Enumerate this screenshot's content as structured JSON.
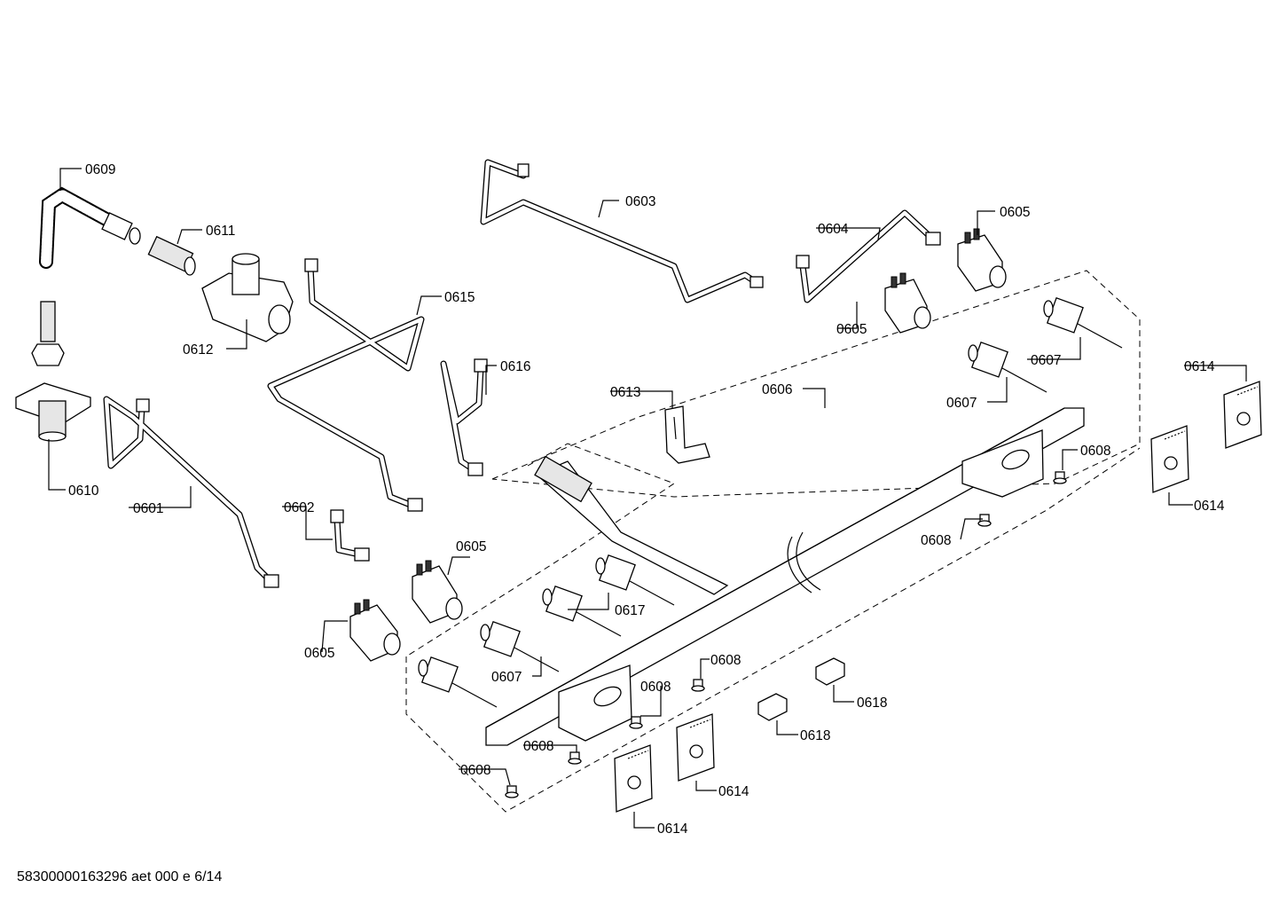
{
  "document_code": "58300000163296 aet 000 e 6/14",
  "callouts": [
    {
      "id": "c0609",
      "label": "0609"
    },
    {
      "id": "c0611",
      "label": "0611"
    },
    {
      "id": "c0612",
      "label": "0612"
    },
    {
      "id": "c0610",
      "label": "0610"
    },
    {
      "id": "c0601",
      "label": "0601"
    },
    {
      "id": "c0615",
      "label": "0615"
    },
    {
      "id": "c0616",
      "label": "0616"
    },
    {
      "id": "c0602",
      "label": "0602"
    },
    {
      "id": "c0603",
      "label": "0603"
    },
    {
      "id": "c0604",
      "label": "0604"
    },
    {
      "id": "c0605a",
      "label": "0605"
    },
    {
      "id": "c0605b",
      "label": "0605"
    },
    {
      "id": "c0605c",
      "label": "0605"
    },
    {
      "id": "c0605d",
      "label": "0605"
    },
    {
      "id": "c0613",
      "label": "0613"
    },
    {
      "id": "c0606",
      "label": "0606"
    },
    {
      "id": "c0607a",
      "label": "0607"
    },
    {
      "id": "c0607b",
      "label": "0607"
    },
    {
      "id": "c0607c",
      "label": "0607"
    },
    {
      "id": "c0617",
      "label": "0617"
    },
    {
      "id": "c0608a",
      "label": "0608"
    },
    {
      "id": "c0608b",
      "label": "0608"
    },
    {
      "id": "c0608c",
      "label": "0608"
    },
    {
      "id": "c0608d",
      "label": "0608"
    },
    {
      "id": "c0608e",
      "label": "0608"
    },
    {
      "id": "c0608f",
      "label": "0608"
    },
    {
      "id": "c0614a",
      "label": "0614"
    },
    {
      "id": "c0614b",
      "label": "0614"
    },
    {
      "id": "c0614c",
      "label": "0614"
    },
    {
      "id": "c0614d",
      "label": "0614"
    },
    {
      "id": "c0618a",
      "label": "0618"
    },
    {
      "id": "c0618b",
      "label": "0618"
    }
  ]
}
